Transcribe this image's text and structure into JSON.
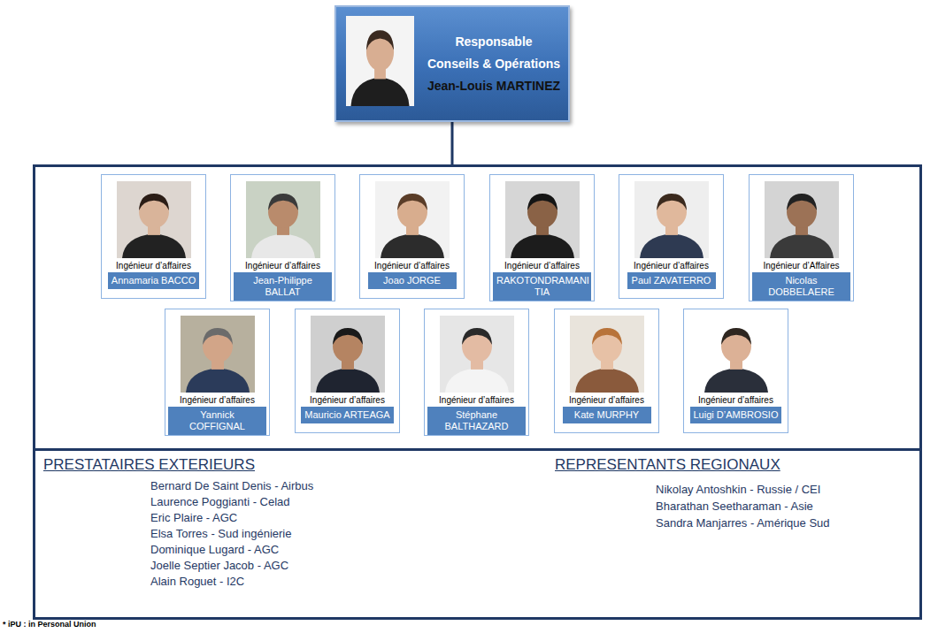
{
  "diagram": {
    "nodes": [
      {
        "text": [
          "Responsable",
          "Conseils & Opérations",
          "Jean-Louis MARTINEZ"
        ]
      },
      {
        "text": []
      },
      {
        "text": [
          "Ingénieur d’affaires",
          "Annamaria BACCO"
        ],
        "in": 1
      },
      {
        "text": [
          "Ingénieur d’affaires",
          "Jean-Philippe BALLAT"
        ],
        "in": 1
      },
      {
        "text": [
          "Ingénieur d’affaires",
          "Joao JORGE"
        ],
        "in": 1
      },
      {
        "text": [
          "Ingénieur d’affaires",
          "RAKOTONDRAMANI TIA"
        ],
        "in": 1
      },
      {
        "text": [
          "Ingénieur d’affaires",
          "Paul ZAVATERRO"
        ],
        "in": 1
      },
      {
        "text": [
          "Ingénieur d’Affaires",
          "Nicolas DOBBELAERE"
        ],
        "in": 1
      },
      {
        "text": [
          "Ingénieur d’affaires",
          "Yannick COFFIGNAL"
        ],
        "in": 1
      },
      {
        "text": [
          "Ingénieur d’affaires",
          "Mauricio ARTEAGA"
        ],
        "in": 1
      },
      {
        "text": [
          "Ingénieur d’affaires",
          "Stéphane BALTHAZARD"
        ],
        "in": 1
      },
      {
        "text": [
          "Ingénieur d’affaires",
          "Kate MURPHY"
        ],
        "in": 1
      },
      {
        "text": [
          "Ingénieur d’affaires",
          "Luigi D’AMBROSIO"
        ],
        "in": 1
      },
      {
        "text": [
          "PRESTATAIRES EXTERIEURS",
          "Bernard De Saint Denis - Airbus",
          "Laurence Poggianti - Celad",
          "Eric Plaire - AGC",
          "Elsa Torres - Sud ingénierie",
          "Dominique Lugard - AGC",
          "Joelle Septier Jacob - AGC",
          "Alain Roguet -  I2C",
          "REPRESENTANTS REGIONAUX",
          "Nikolay Antoshkin -  Russie / CEI",
          "Bharathan Seetharaman - Asie",
          "Sandra Manjarres - Amérique Sud"
        ]
      }
    ],
    "edges": [
      {
        "from": 0,
        "to": 1,
        "arrow": "none"
      }
    ],
    "labels": [
      "* iPU : in Personal Union"
    ]
  }
}
